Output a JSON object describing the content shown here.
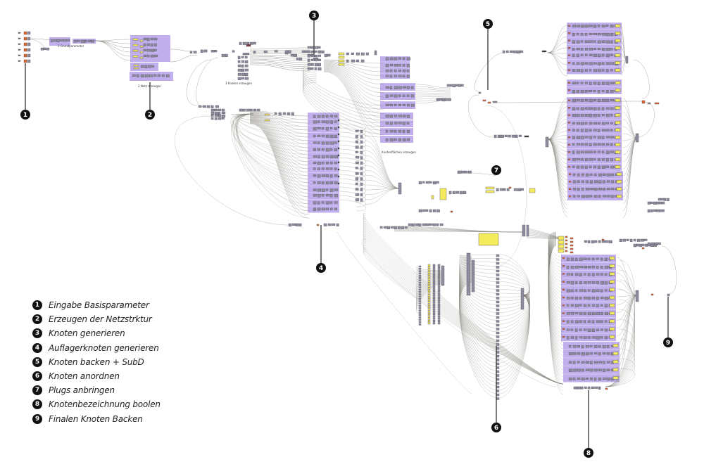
{
  "diagram": {
    "type": "grasshopper-definition",
    "colors": {
      "group_fill": "#b9a6ea",
      "component": "#8e8c9c",
      "component_border": "#55535f",
      "param_yellow": "#f3ea5c",
      "param_orange": "#e0652a",
      "wire": "#7d7a72",
      "callout": "#111111"
    },
    "group_labels": [
      "1 Grundparameter",
      "2 Netz erzeugen",
      "3 Knoten erzeugen",
      "Knotenflächen erzeugen"
    ],
    "callouts": [
      {
        "id": "1",
        "number": "1"
      },
      {
        "id": "2",
        "number": "2"
      },
      {
        "id": "3",
        "number": "3"
      },
      {
        "id": "4",
        "number": "4"
      },
      {
        "id": "5",
        "number": "5"
      },
      {
        "id": "6",
        "number": "6"
      },
      {
        "id": "7",
        "number": "7"
      },
      {
        "id": "8",
        "number": "8"
      },
      {
        "id": "9",
        "number": "9"
      }
    ]
  },
  "legend": {
    "items": [
      {
        "number": "1",
        "label": "Eingabe Basisparameter"
      },
      {
        "number": "2",
        "label": "Erzeugen der Netzstrktur"
      },
      {
        "number": "3",
        "label": "Knoten generieren"
      },
      {
        "number": "4",
        "label": "Auflagerknoten generieren"
      },
      {
        "number": "5",
        "label": "Knoten backen + SubD"
      },
      {
        "number": "6",
        "label": "Knoten anordnen"
      },
      {
        "number": "7",
        "label": "Plugs anbringen"
      },
      {
        "number": "8",
        "label": "Knotenbezeichnung boolen"
      },
      {
        "number": "9",
        "label": "Finalen Knoten Backen"
      }
    ]
  }
}
